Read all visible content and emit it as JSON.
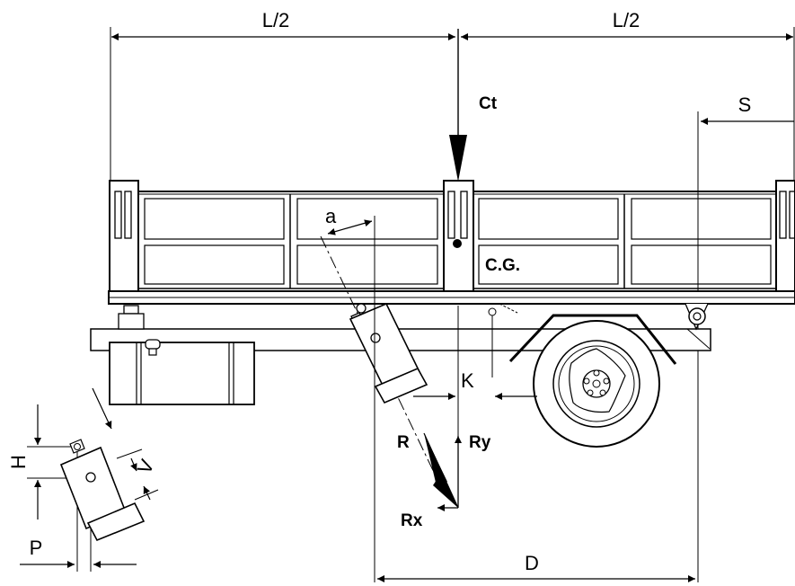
{
  "labels": {
    "half_length_left": "L/2",
    "half_length_right": "L/2",
    "load": "Ct",
    "center_of_gravity": "C.G.",
    "offset_s": "S",
    "angle_a": "a",
    "offset_k": "K",
    "distance_d": "D",
    "reaction": "R",
    "reaction_x": "Rx",
    "reaction_y": "Ry",
    "height_h": "H",
    "stroke_v": "V",
    "offset_p": "P"
  },
  "colors": {
    "line": "#000000",
    "background": "#ffffff"
  }
}
